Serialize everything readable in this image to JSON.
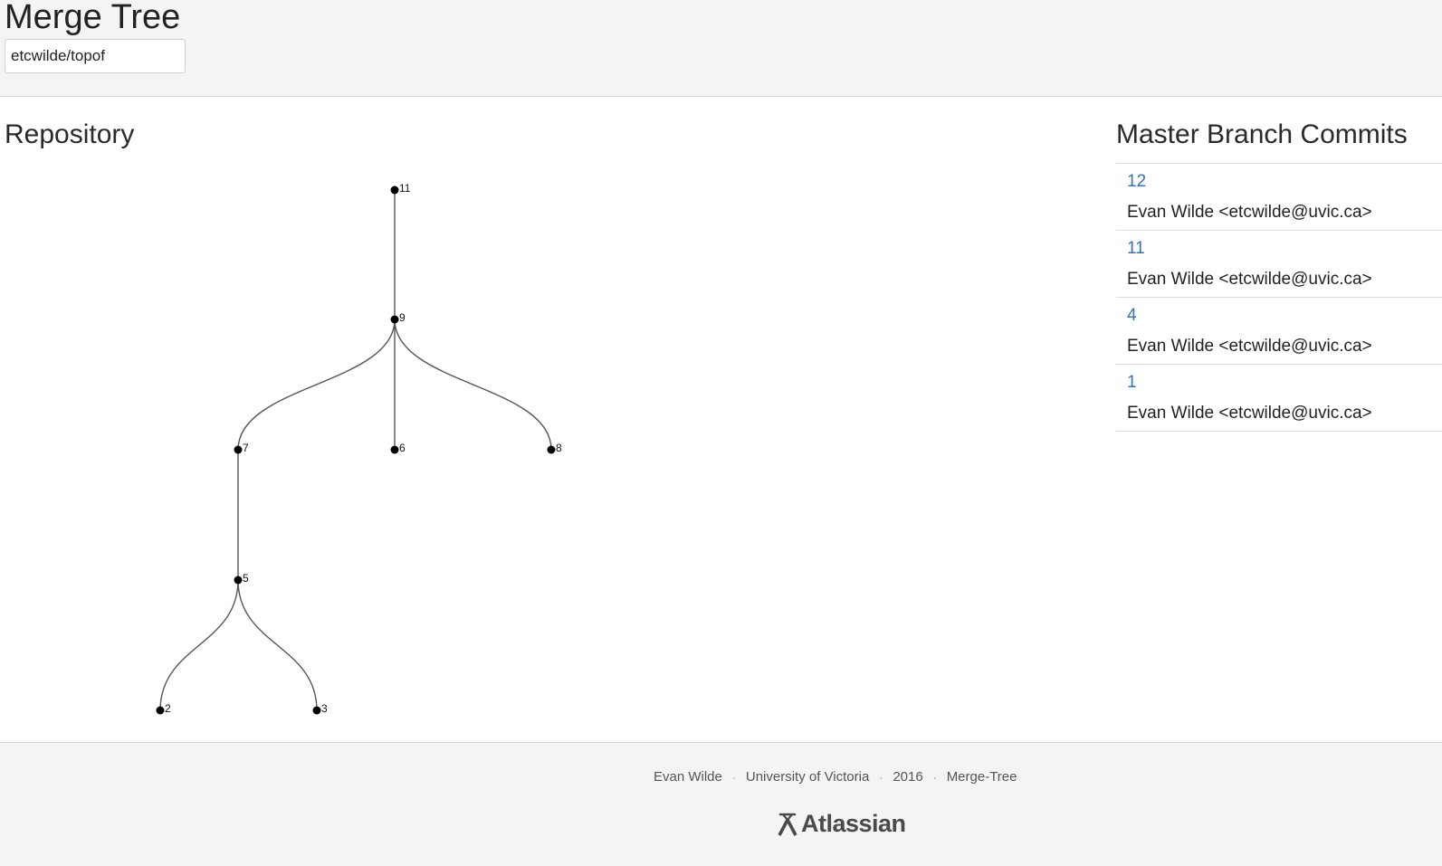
{
  "header": {
    "title": "Merge Tree",
    "repo_input_value": "etcwilde/topof"
  },
  "repository": {
    "title": "Repository",
    "nodes": [
      {
        "id": "11",
        "label": "11"
      },
      {
        "id": "9",
        "label": "9"
      },
      {
        "id": "7",
        "label": "7"
      },
      {
        "id": "6",
        "label": "6"
      },
      {
        "id": "8",
        "label": "8"
      },
      {
        "id": "5",
        "label": "5"
      },
      {
        "id": "2",
        "label": "2"
      },
      {
        "id": "3",
        "label": "3"
      }
    ],
    "edges": [
      {
        "from": "11",
        "to": "9"
      },
      {
        "from": "9",
        "to": "7"
      },
      {
        "from": "9",
        "to": "6"
      },
      {
        "from": "9",
        "to": "8"
      },
      {
        "from": "7",
        "to": "5"
      },
      {
        "from": "5",
        "to": "2"
      },
      {
        "from": "5",
        "to": "3"
      }
    ]
  },
  "commits": {
    "title": "Master Branch Commits",
    "items": [
      {
        "id": "12",
        "author": "Evan Wilde <etcwilde@uvic.ca>"
      },
      {
        "id": "11",
        "author": "Evan Wilde <etcwilde@uvic.ca>"
      },
      {
        "id": "4",
        "author": "Evan Wilde <etcwilde@uvic.ca>"
      },
      {
        "id": "1",
        "author": "Evan Wilde <etcwilde@uvic.ca>"
      }
    ]
  },
  "footer": {
    "author": "Evan Wilde",
    "institution": "University of Victoria",
    "year": "2016",
    "project": "Merge-Tree",
    "separator": "·",
    "sponsor": "Atlassian",
    "sponsor_icon": "atlassian-logo-icon"
  },
  "colors": {
    "link": "#2f74c0",
    "edge": "#555555",
    "node": "#000000",
    "header_bg": "#f4f4f4"
  }
}
